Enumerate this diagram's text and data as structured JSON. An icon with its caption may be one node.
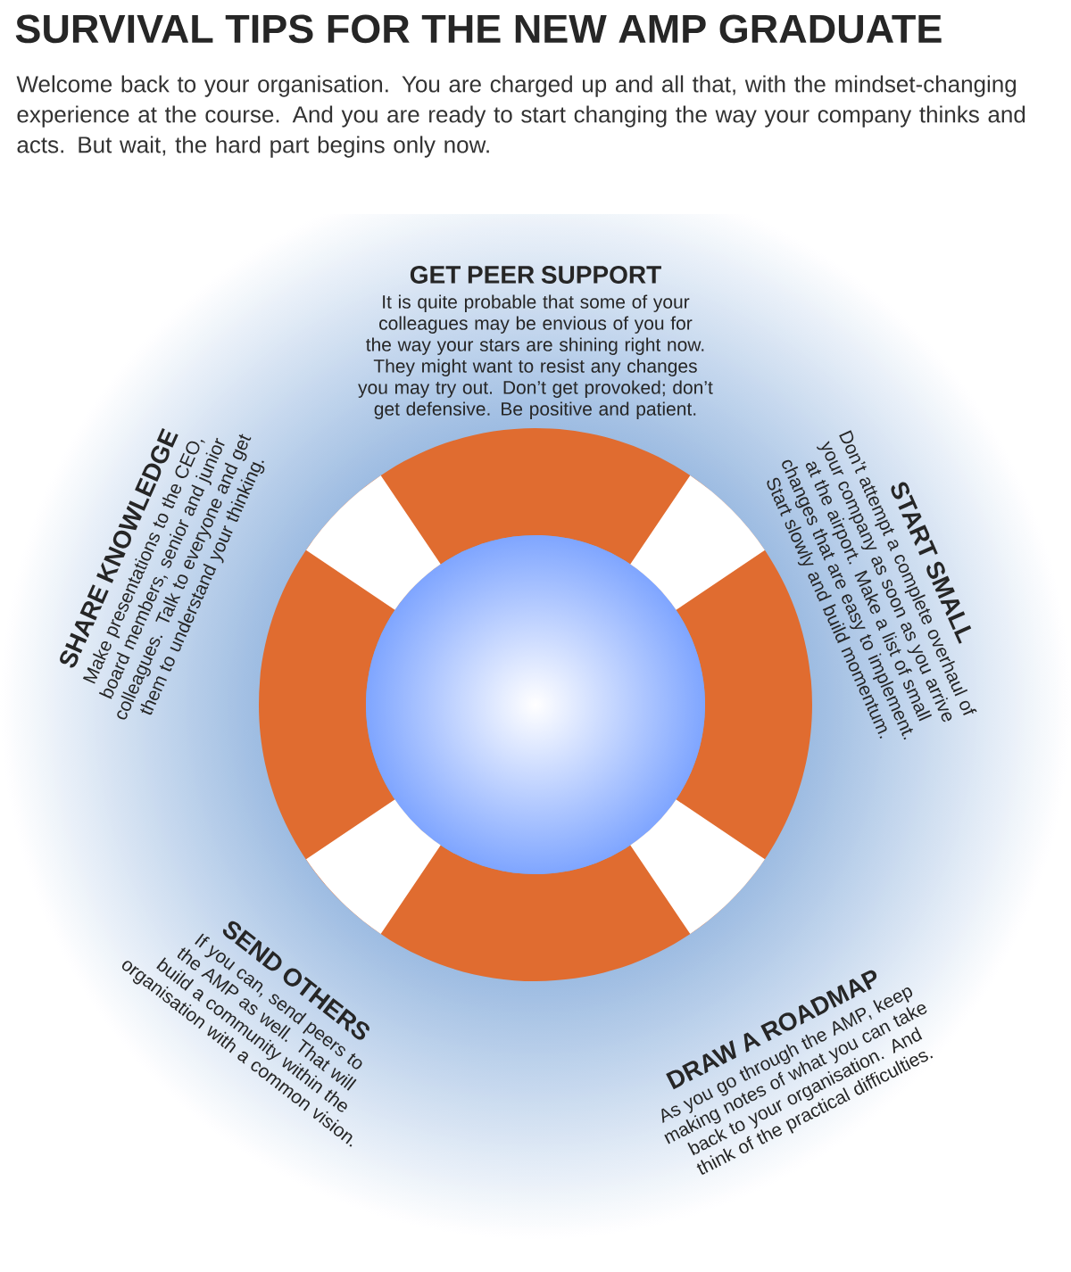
{
  "diagram": {
    "title": "SURVIVAL TIPS FOR THE NEW AMP GRADUATE",
    "labels": [
      "Welcome back to your organisation. You are charged up and all that, with the mindset-changing experience at the course. And you are ready to start changing the way your company thinks and acts. But wait, the hard part begins only now."
    ],
    "nodes": [
      {
        "text": [
          "GET PEER SUPPORT",
          "It is quite probable that some of your colleagues may be envious of you for the way your stars are shining right now. They might want to resist any changes you may try out. Don’t get provoked; don’t get defensive. Be positive and patient."
        ]
      },
      {
        "text": [
          "SHARE KNOWLEDGE",
          "Make presentations to the CEO, board members, senior and junior colleagues. Talk to everyone and get them to understand your thinking."
        ]
      },
      {
        "text": [
          "START SMALL",
          "Don’t attempt a complete overhaul of your company as soon as you arrive at the airport. Make a list of small changes that are easy to implement. Start slowly and build momentum."
        ]
      },
      {
        "text": [
          "SEND OTHERS",
          "If you can, send peers to the AMP as well. That will build a community within the organisation with a common vision."
        ]
      },
      {
        "text": [
          "DRAW A ROADMAP",
          "As you go through the AMP, keep making notes of what you can take back to your organisation. And think of the practical difficulties."
        ]
      }
    ]
  }
}
